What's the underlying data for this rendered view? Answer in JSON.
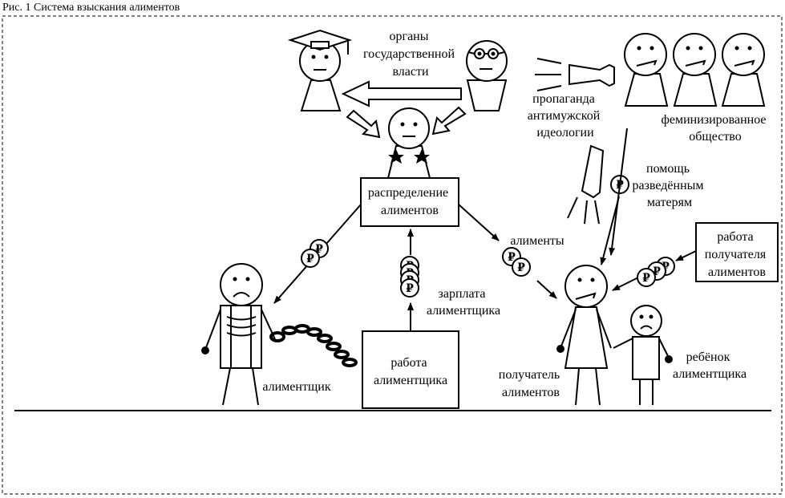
{
  "figure": {
    "caption": "Рис. 1 Система взыскания алиментов"
  },
  "labels": {
    "authorities": [
      "органы",
      "государственной",
      "власти"
    ],
    "propaganda": [
      "пропаганда",
      "антимужской",
      "идеологии"
    ],
    "society": [
      "феминизированное",
      "общество"
    ],
    "distribution": [
      "распределение",
      "алиментов"
    ],
    "help": [
      "помощь",
      "разведённым",
      "матерям"
    ],
    "alimony": "алименты",
    "recipient_work": [
      "работа",
      "получателя",
      "алиментов"
    ],
    "salary": [
      "зарплата",
      "алиментщика"
    ],
    "payer_work": [
      "работа",
      "алиментщика"
    ],
    "payer": "алиментщик",
    "recipient": [
      "получатель",
      "алиментов"
    ],
    "child": [
      "ребёнок",
      "алиментщика"
    ]
  },
  "symbols": {
    "currency": "₽"
  }
}
